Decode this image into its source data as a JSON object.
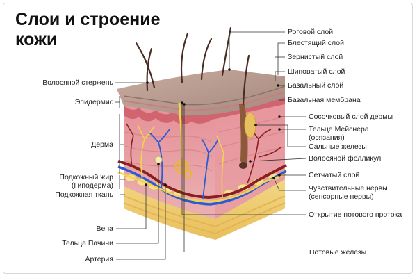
{
  "title": {
    "line1": "Слои и строение",
    "line2": "кожи"
  },
  "labels_left": [
    {
      "id": "hair-shaft",
      "text": "Волосяной стержень"
    },
    {
      "id": "epidermis",
      "text": "Эпидермис"
    },
    {
      "id": "dermis",
      "text": "Дерма"
    },
    {
      "id": "subcutaneous-fat",
      "text": "Подкожный жир"
    },
    {
      "id": "hypodermis",
      "text": "(Гиподерма)"
    },
    {
      "id": "subcutaneous-tissue",
      "text": "Подкожная ткань"
    },
    {
      "id": "vein",
      "text": "Вена"
    },
    {
      "id": "pacinian-bodies",
      "text": "Тельца Пачини"
    },
    {
      "id": "artery",
      "text": "Артерия"
    },
    {
      "id": "sweat-glands",
      "text": "Потовые железы"
    }
  ],
  "labels_right": [
    {
      "id": "stratum-corneum",
      "text": "Роговой слой"
    },
    {
      "id": "stratum-lucidum",
      "text": "Блестящий слой"
    },
    {
      "id": "stratum-granulosum",
      "text": "Зернистый слой"
    },
    {
      "id": "stratum-spinosum",
      "text": "Шиповатый слой"
    },
    {
      "id": "stratum-basale",
      "text": "Базальный слой"
    },
    {
      "id": "basement-membrane",
      "text": "Базальная мембрана"
    },
    {
      "id": "papillary-layer",
      "text": "Сосочковый слой дермы"
    },
    {
      "id": "meissner",
      "text": "Тельце Мейснера"
    },
    {
      "id": "meissner-sub",
      "text": "(осязания)"
    },
    {
      "id": "sebaceous",
      "text": "Сальные железы"
    },
    {
      "id": "follicle",
      "text": "Волосяной фолликул"
    },
    {
      "id": "reticular",
      "text": "Сетчатый слой"
    },
    {
      "id": "sensory-nerves",
      "text": "Чувствительные нервы"
    },
    {
      "id": "sensory-nerves-sub",
      "text": "(сенсорные нервы)"
    },
    {
      "id": "sweat-duct",
      "text": "Открытие потового протока"
    }
  ],
  "colors": {
    "epidermis_top": "#b89a8e",
    "epidermis_side": "#9c7f74",
    "papillary": "#d9707a",
    "dermis": "#eaa3a8",
    "dermis_dark": "#d5838b",
    "fat": "#f0d07a",
    "fat_dark": "#e3b957",
    "tissue": "#f3d996",
    "nerve": "#f3d34a",
    "vein": "#2a5bd7",
    "artery": "#8a1f1f",
    "hair": "#4a2c22",
    "line": "#333333"
  }
}
